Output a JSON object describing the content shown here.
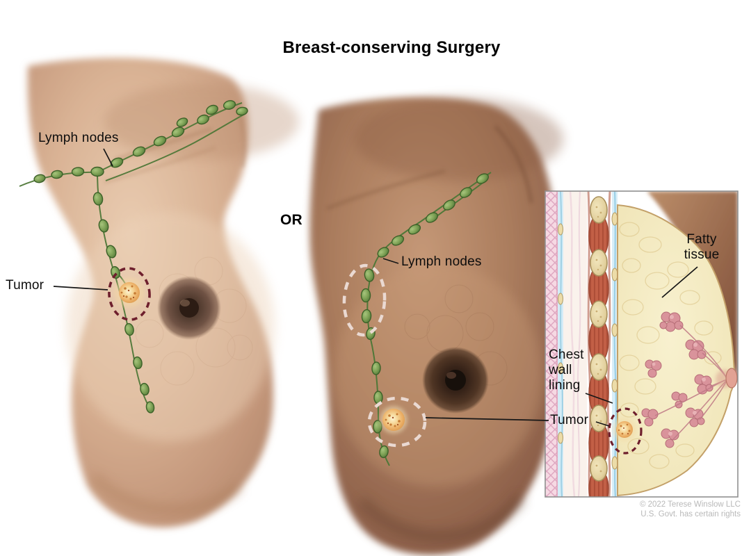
{
  "title": "Breast-conserving Surgery",
  "or_separator": "OR",
  "left_figure": {
    "lymph_nodes_label": "Lymph nodes",
    "tumor_label": "Tumor"
  },
  "right_figure": {
    "lymph_nodes_label": "Lymph nodes"
  },
  "inset": {
    "fatty_tissue_label": "Fatty tissue",
    "chest_wall_lining_label": "Chest wall lining",
    "tumor_label": "Tumor",
    "credit_line1": "© 2022 Terese Winslow LLC",
    "credit_line2": "U.S. Govt. has certain rights"
  },
  "colors": {
    "background": "#ffffff",
    "lymph_node_green": "#6f9a4c",
    "tumor_dash_maroon": "#6e1f2d",
    "highlight_dash_pink": "#e9d8d1",
    "fatty_tissue_yellow": "#f3ebc4",
    "muscle_red": "#c25f46",
    "label_text": "#0d0d0d",
    "credit_text": "#b9b9b9"
  }
}
